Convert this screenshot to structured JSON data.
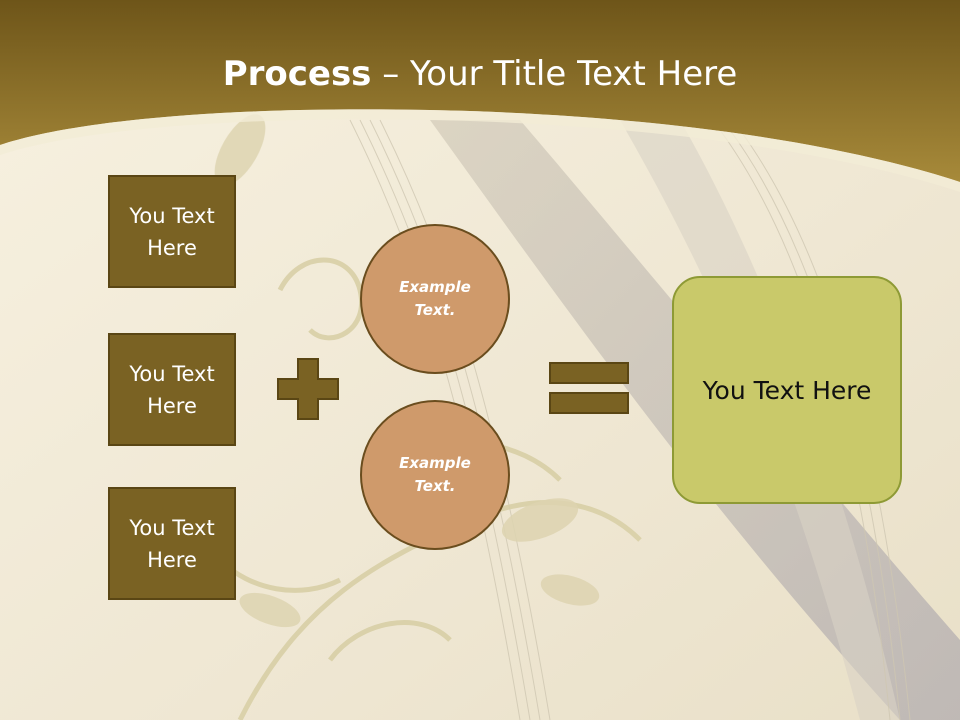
{
  "slide": {
    "title_bold": "Process",
    "title_rest": " – Your Title Text Here",
    "inputs": [
      "You Text Here",
      "You Text Here",
      "You Text Here"
    ],
    "examples": [
      "Example Text.",
      "Example Text."
    ],
    "result": "You Text Here"
  },
  "colors": {
    "header": "#8c6d25",
    "box": "#7a6223",
    "circle": "#cf9a6b",
    "result": "#c9c96a",
    "background": "#f3eddc"
  },
  "icons": [
    "plus-icon",
    "equals-icon"
  ]
}
